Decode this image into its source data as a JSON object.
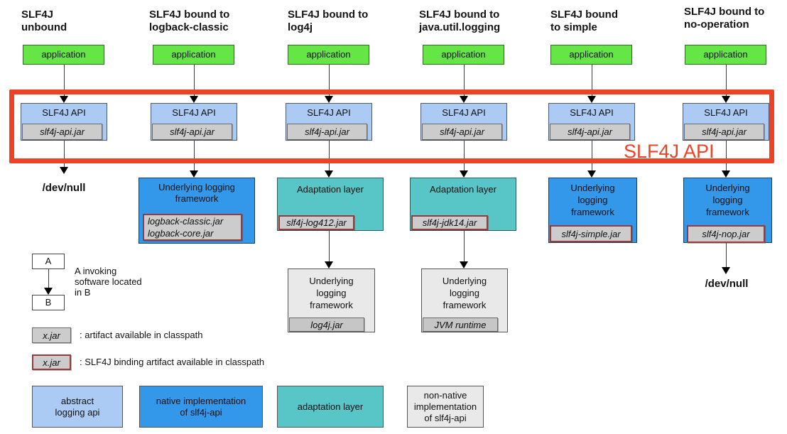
{
  "colors": {
    "application_green": "#66e646",
    "abstract_api_blue": "#abcbf4",
    "native_impl_blue": "#3498ea",
    "adaptation_teal": "#58c5c7",
    "nonnative_gray": "#e9e9e9",
    "jar_gray": "#cccccc",
    "binding_border_red": "#993a3a",
    "frame_red": "#ee4227"
  },
  "frame_label": "SLF4J API",
  "columns": [
    {
      "title": "SLF4J\nunbound",
      "application": "application",
      "api_label": "SLF4J API",
      "api_jar": "slf4j-api.jar",
      "sink": "/dev/null"
    },
    {
      "title": "SLF4J bound to\nlogback-classic",
      "application": "application",
      "api_label": "SLF4J API",
      "api_jar": "slf4j-api.jar",
      "framework": {
        "label": "Underlying logging\nframework",
        "jar": "logback-classic.jar\nlogback-core.jar"
      }
    },
    {
      "title": "SLF4J bound to\nlog4j",
      "application": "application",
      "api_label": "SLF4J API",
      "api_jar": "slf4j-api.jar",
      "adaptation": {
        "label": "Adaptation layer",
        "jar": "slf4j-log412.jar"
      },
      "framework": {
        "label": "Underlying\nlogging\nframework",
        "jar": "log4j.jar"
      }
    },
    {
      "title": "SLF4J bound to\njava.util.logging",
      "application": "application",
      "api_label": "SLF4J API",
      "api_jar": "slf4j-api.jar",
      "adaptation": {
        "label": "Adaptation layer",
        "jar": "slf4j-jdk14.jar"
      },
      "framework": {
        "label": "Underlying\nlogging\nframework",
        "jar": "JVM runtime"
      }
    },
    {
      "title": "SLF4J bound\nto simple",
      "application": "application",
      "api_label": "SLF4J API",
      "api_jar": "slf4j-api.jar",
      "framework": {
        "label": "Underlying\nlogging\nframework",
        "jar": "slf4j-simple.jar"
      }
    },
    {
      "title": "SLF4J bound to\nno-operation",
      "application": "application",
      "api_label": "SLF4J API",
      "api_jar": "slf4j-api.jar",
      "framework": {
        "label": "Underlying\nlogging\nframework",
        "jar": "slf4j-nop.jar"
      },
      "sink": "/dev/null"
    }
  ],
  "legend": {
    "invoke": {
      "a": "A",
      "b": "B",
      "text": "A invoking\nsoftware located\nin B"
    },
    "artifact": {
      "jar": "x.jar",
      "text": ": artifact available in classpath"
    },
    "binding": {
      "jar": "x.jar",
      "text": ": SLF4J binding artifact available in classpath"
    },
    "categories": [
      {
        "label": "abstract\nlogging api"
      },
      {
        "label": "native implementation\nof slf4j-api"
      },
      {
        "label": "adaptation layer"
      },
      {
        "label": "non-native\nimplementation\nof slf4j-api"
      }
    ]
  }
}
